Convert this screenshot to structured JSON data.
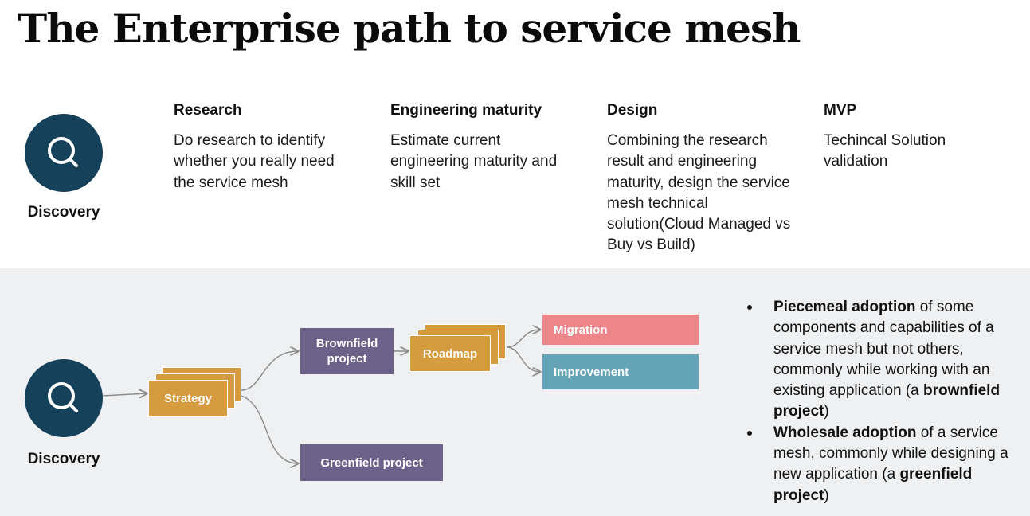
{
  "title": "The Enterprise path to service mesh",
  "discovery_label": "Discovery",
  "stages": [
    {
      "title": "Research",
      "body": "Do research to identify whether you really need the service mesh"
    },
    {
      "title": "Engineering maturity",
      "body": "Estimate current engineering maturity and skill set"
    },
    {
      "title": "Design",
      "body": "Combining the research result and engineering maturity, design the service mesh technical solution(Cloud Managed vs Buy vs Build)"
    },
    {
      "title": "MVP",
      "body": "Techincal Solution validation"
    }
  ],
  "flow": {
    "discovery_label": "Discovery",
    "strategy": "Strategy",
    "brownfield_line1": "Brownfield",
    "brownfield_line2": "project",
    "roadmap": "Roadmap",
    "migration": "Migration",
    "improvement": "Improvement",
    "greenfield": "Greenfield project"
  },
  "bullets": [
    {
      "bold_lead": "Piecemeal adoption",
      "text": " of some components and capabilities of a service mesh but not others, commonly while working with an existing application (a ",
      "bold_tail": "brownfield project",
      "end": ")"
    },
    {
      "bold_lead": "Wholesale adoption",
      "text": " of a service mesh, commonly while designing a new application (a ",
      "bold_tail": "greenfield project",
      "end": ")"
    }
  ],
  "colors": {
    "icon_bg": "#15415a",
    "orange": "#d59b3f",
    "purple": "#6b6189",
    "pink": "#ec868b",
    "teal": "#65a3b6",
    "panel_bg": "#eef0f2"
  },
  "icons": {
    "discovery": "search-icon"
  }
}
